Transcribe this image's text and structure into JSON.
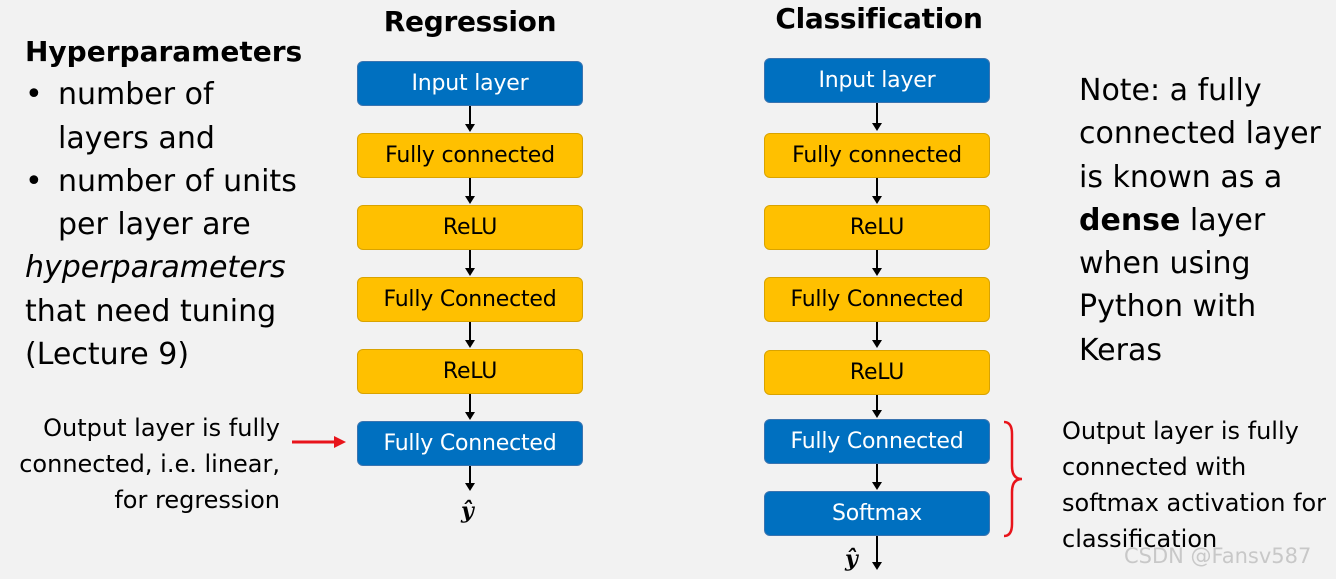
{
  "hyperparameters": {
    "title": "Hyperparameters",
    "bullet_char": "•",
    "bullet1_line1": "number of",
    "bullet1_line2": "layers and",
    "bullet2_line1": "number of units",
    "bullet2_line2": "per layer are",
    "italic_word": "hyperparameters",
    "line_after": "that need tuning",
    "line_last": "(Lecture 9)"
  },
  "regression": {
    "title": "Regression",
    "layers": [
      {
        "label": "Input layer",
        "color": "blue"
      },
      {
        "label": "Fully connected",
        "color": "gold"
      },
      {
        "label": "ReLU",
        "color": "gold"
      },
      {
        "label": "Fully Connected",
        "color": "gold"
      },
      {
        "label": "ReLU",
        "color": "gold"
      },
      {
        "label": "Fully Connected",
        "color": "blue"
      }
    ],
    "output_symbol": "ŷ",
    "output_note_line1": "Output layer is fully",
    "output_note_line2": "connected, i.e. linear,",
    "output_note_line3": "for regression"
  },
  "classification": {
    "title": "Classification",
    "layers": [
      {
        "label": "Input layer",
        "color": "blue"
      },
      {
        "label": "Fully connected",
        "color": "gold"
      },
      {
        "label": "ReLU",
        "color": "gold"
      },
      {
        "label": "Fully Connected",
        "color": "gold"
      },
      {
        "label": "ReLU",
        "color": "gold"
      },
      {
        "label": "Fully Connected",
        "color": "blue"
      },
      {
        "label": "Softmax",
        "color": "blue"
      }
    ],
    "output_symbol": "ŷ",
    "output_note_line1": "Output layer is fully",
    "output_note_line2": "connected with",
    "output_note_line3": "softmax activation for",
    "output_note_line4": "classification"
  },
  "note": {
    "line1": "Note: a fully",
    "line2": "connected layer",
    "line3": "is known as a",
    "bold_word": "dense",
    "line4_rest": " layer",
    "line5": "when using",
    "line6": "Python with",
    "line7": "Keras"
  },
  "watermark": "CSDN @Fansv587",
  "colors": {
    "blue_box": "#0070c0",
    "gold_box": "#ffc000",
    "arrow_red": "#e8141b",
    "bracket_red": "#e8141b",
    "background": "#f2f2f2",
    "watermark": "#c8c8c8"
  }
}
